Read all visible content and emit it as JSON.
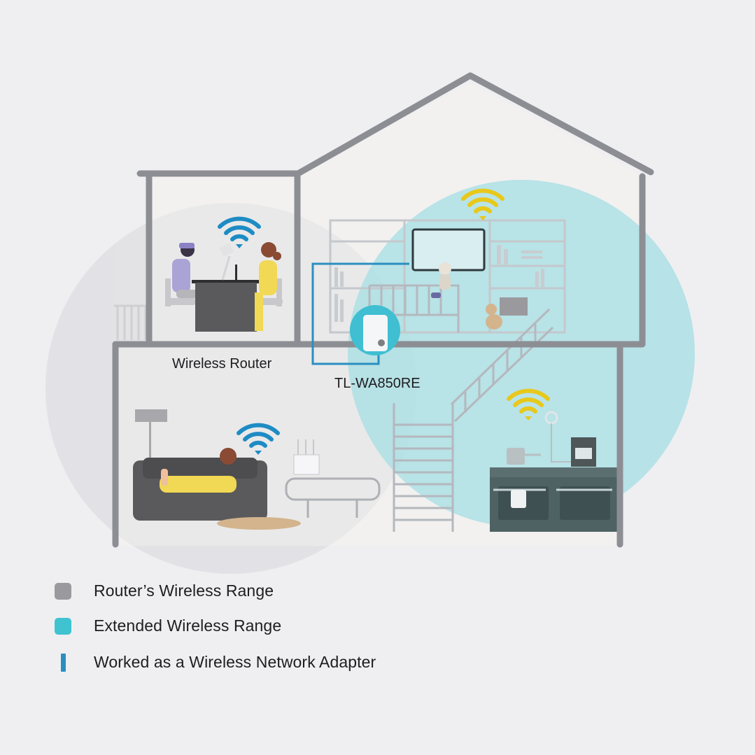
{
  "diagram": {
    "subject": "Wi-Fi range extender coverage in a two-storey house",
    "labels": {
      "router": "Wireless Router",
      "extender": "TL-WA850RE"
    },
    "colors": {
      "background": "#efeff1",
      "house_outline": "#8c8e94",
      "router_range": "#9a9a9e",
      "extended_range": "#3fc3d0",
      "adapter_line": "#2a8fc0",
      "wifi_blue": "#1e8cc4",
      "wifi_yellow": "#e8c81a"
    },
    "rooms": [
      {
        "name": "office",
        "floor": "upper-left",
        "wifi": "blue"
      },
      {
        "name": "nursery",
        "floor": "upper-right",
        "wifi": "yellow"
      },
      {
        "name": "living-room",
        "floor": "lower-left",
        "wifi": "blue"
      },
      {
        "name": "kitchen",
        "floor": "lower-right",
        "wifi": "yellow"
      }
    ]
  },
  "legend": {
    "items": [
      {
        "label": "Router’s Wireless Range",
        "swatch": "#9a9a9e",
        "kind": "square"
      },
      {
        "label": "Extended Wireless Range",
        "swatch": "#3fc3d0",
        "kind": "square"
      },
      {
        "label": "Worked as a Wireless Network Adapter",
        "swatch": "#2a8fc0",
        "kind": "bar"
      }
    ]
  }
}
